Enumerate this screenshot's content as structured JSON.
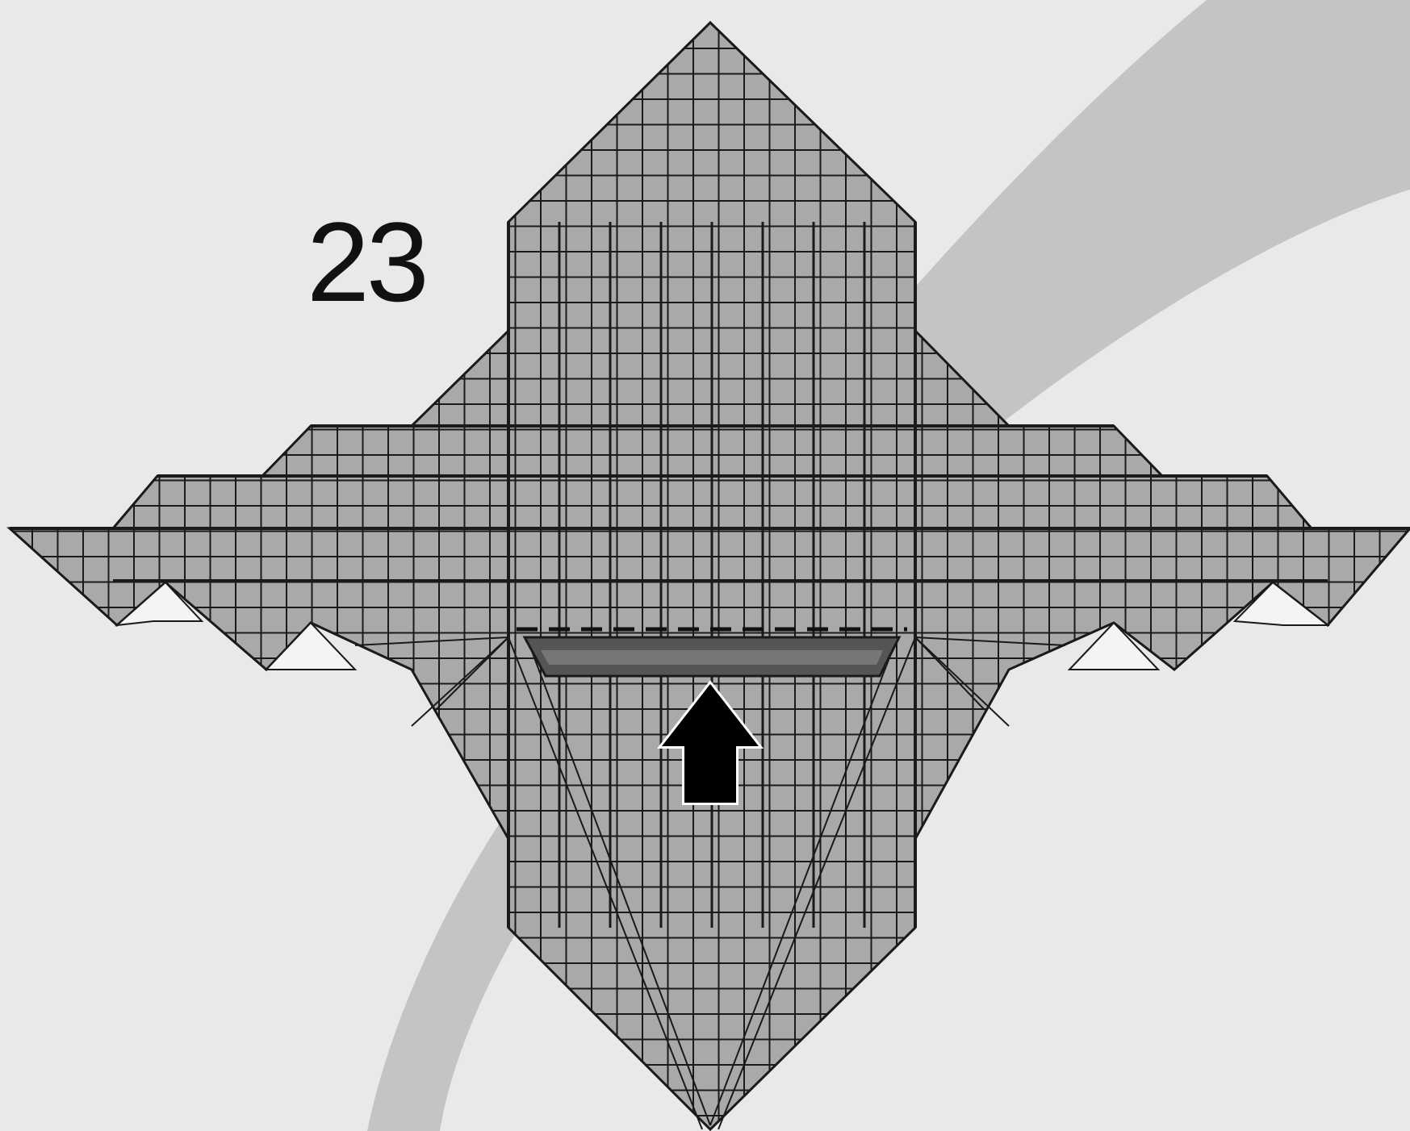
{
  "step": {
    "number": "23"
  },
  "colors": {
    "page_background": "#e9e9e9",
    "swoosh": "#c4c4c4",
    "paper_fill": "#a9a9a9",
    "paper_light": "#f4f4f4",
    "line": "#1a1a1a",
    "arrow": "#000000"
  },
  "diagram": {
    "type": "origami-fold-step",
    "icons": [
      "push-up-arrow-icon",
      "valley-fold-line",
      "crease-grid"
    ]
  }
}
